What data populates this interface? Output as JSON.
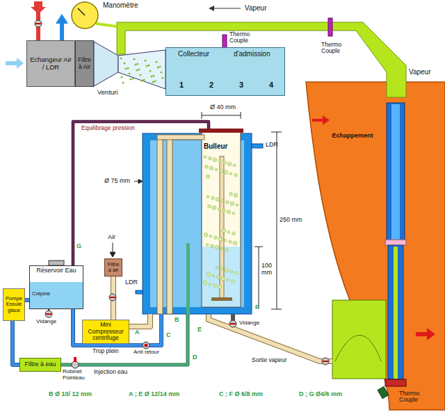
{
  "diagram": {
    "nodes": [
      {
        "text": [
          "Manomètre"
        ]
      },
      {
        "text": [
          "Echangeur Air / LDR"
        ]
      },
      {
        "text": [
          "Filtre à Air"
        ]
      },
      {
        "text": [
          "Collecteur",
          "d'admission"
        ]
      },
      {
        "text": [
          "Echappement"
        ]
      },
      {
        "text": [
          "Bulleur"
        ]
      },
      {
        "text": [
          "Filtre à air"
        ]
      },
      {
        "text": [
          "Réservoir Eau"
        ]
      },
      {
        "text": [
          "Pompe Essuie glace"
        ]
      },
      {
        "text": [
          "Mini Compresseur centrifuge"
        ]
      },
      {
        "text": [
          "Filtre à eau"
        ]
      }
    ],
    "edges": [
      {
        "from": 7,
        "to": 5,
        "arrow": "none",
        "label": "Equilibrage pression"
      },
      {
        "from": 5,
        "to": 7,
        "arrow": "none",
        "label": "Trop plein"
      },
      {
        "from": 10,
        "to": 5,
        "arrow": "none",
        "label": "Injection eau"
      },
      {
        "from": 8,
        "to": 10,
        "arrow": "none"
      },
      {
        "from": 7,
        "to": 8,
        "arrow": "none"
      },
      {
        "from": 6,
        "to": 9,
        "arrow": "none"
      },
      {
        "from": 9,
        "to": 5,
        "arrow": "none"
      }
    ],
    "labels": [
      "Vapeur",
      "Thermo Couple",
      "Thermo Couple",
      "Vapeur",
      "Venturi",
      "1",
      "2",
      "3",
      "4",
      "Ø 40 mm",
      "LDR",
      "Ø 75 mm",
      "250 mm",
      "100 mm",
      "Air",
      "LDR",
      "G",
      "Crépine",
      "Vidange",
      "A",
      "B",
      "C",
      "D",
      "E",
      "F",
      "Vidange",
      "Anti retour",
      "Sortie vapeur",
      "Robinet Pointeau",
      "Thermo Couple",
      "B Ø 10/ 12 mm",
      "A ; E Ø 12/14 mm",
      "C ; F Ø 6/8 mm",
      "D ; G Ø4/6 mm"
    ]
  }
}
